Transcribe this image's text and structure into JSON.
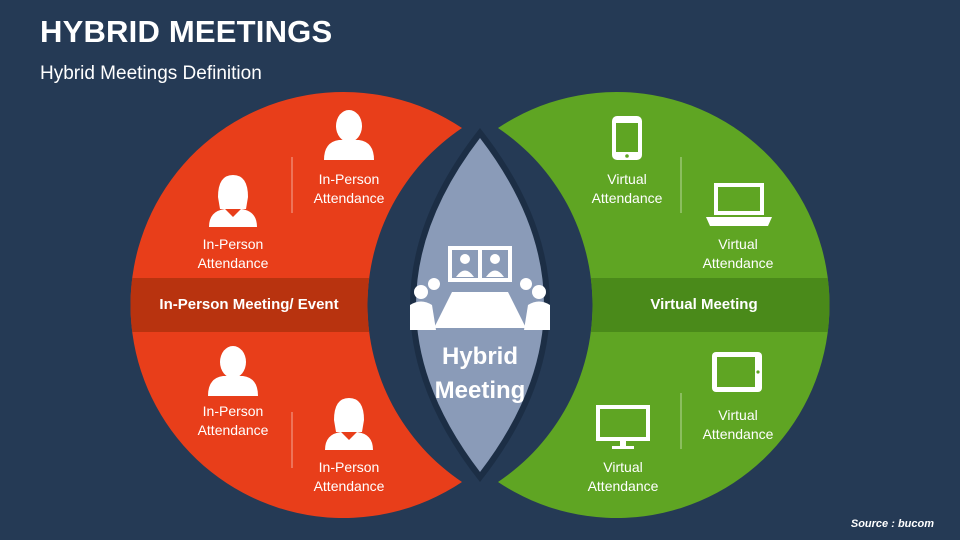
{
  "header": {
    "title": "HYBRID MEETINGS",
    "subtitle": "Hybrid Meetings Definition"
  },
  "left_circle": {
    "band_label": "In-Person Meeting/ Event",
    "color": "#e83e1a",
    "band_color": "#b8330f",
    "items": [
      {
        "line1": "In-Person",
        "line2": "Attendance",
        "icon": "male-user-icon"
      },
      {
        "line1": "In-Person",
        "line2": "Attendance",
        "icon": "female-user-icon"
      },
      {
        "line1": "In-Person",
        "line2": "Attendance",
        "icon": "male-user-icon"
      },
      {
        "line1": "In-Person",
        "line2": "Attendance",
        "icon": "female-user-icon"
      }
    ]
  },
  "right_circle": {
    "band_label": "Virtual Meeting",
    "color": "#5fa523",
    "band_color": "#4a8a1a",
    "items": [
      {
        "line1": "Virtual",
        "line2": "Attendance",
        "icon": "smartphone-icon"
      },
      {
        "line1": "Virtual",
        "line2": "Attendance",
        "icon": "laptop-icon"
      },
      {
        "line1": "Virtual",
        "line2": "Attendance",
        "icon": "tablet-icon"
      },
      {
        "line1": "Virtual",
        "line2": "Attendance",
        "icon": "desktop-monitor-icon"
      }
    ]
  },
  "center": {
    "line1": "Hybrid",
    "line2": "Meeting",
    "color": "#8a9bb8",
    "icon": "conference-room-icon"
  },
  "footer": {
    "source": "Source : bucom"
  }
}
